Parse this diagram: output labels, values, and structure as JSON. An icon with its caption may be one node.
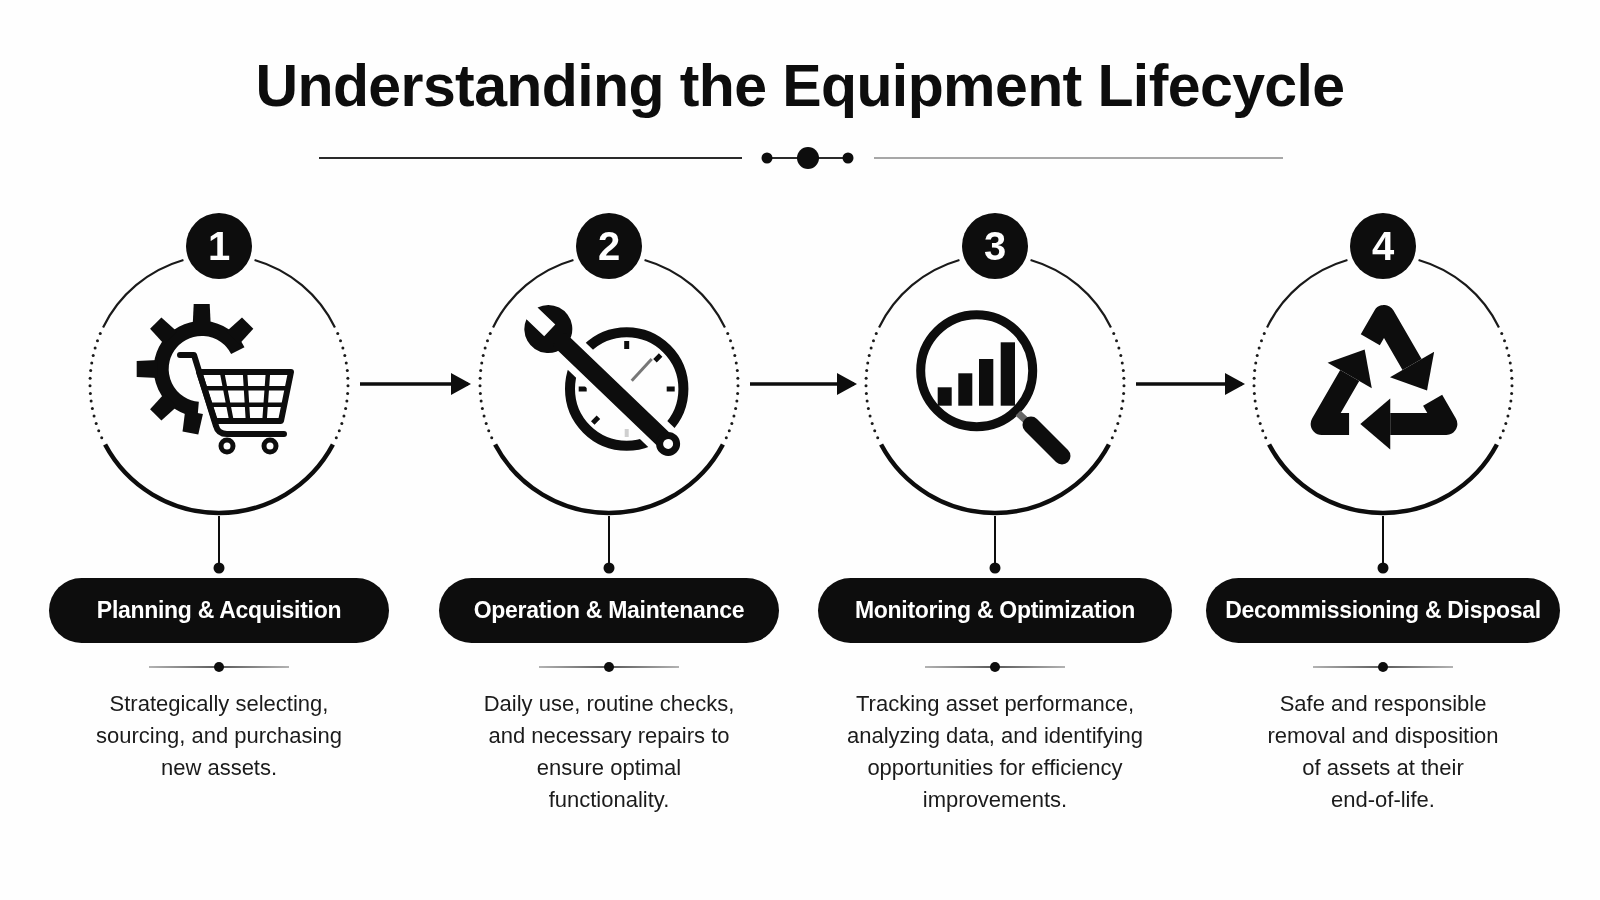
{
  "diagram": {
    "title": "Understanding the Equipment Lifecycle",
    "nodes": [
      {
        "text": [
          "1"
        ]
      },
      {
        "text": [
          "2"
        ]
      },
      {
        "text": [
          "3"
        ]
      },
      {
        "text": [
          "4"
        ]
      },
      {
        "text": [
          "Planning & Acquisition"
        ],
        "beside": [
          "Strategically selecting, sourcing, and purchasing new assets."
        ]
      },
      {
        "text": [
          "Operation & Maintenance"
        ],
        "beside": [
          "Daily use, routine checks, and necessary repairs to ensure optimal functionality."
        ]
      },
      {
        "text": [
          "Monitoring & Optimization"
        ],
        "beside": [
          "Tracking asset performance, analyzing data, and identifying opportunities for efficiency improvements."
        ]
      },
      {
        "text": [
          "Decommissioning & Disposal"
        ],
        "beside": [
          "Safe and responsible removal and disposition of assets at their end-of-life."
        ]
      }
    ],
    "edges": [
      {
        "from": 0,
        "to": 1,
        "arrow": "to"
      },
      {
        "from": 1,
        "to": 2,
        "arrow": "to"
      },
      {
        "from": 2,
        "to": 3,
        "arrow": "to"
      },
      {
        "from": 0,
        "to": 4,
        "arrow": "other"
      },
      {
        "from": 1,
        "to": 5,
        "arrow": "other"
      },
      {
        "from": 2,
        "to": 6,
        "arrow": "other"
      },
      {
        "from": 3,
        "to": 7,
        "arrow": "other"
      }
    ]
  }
}
